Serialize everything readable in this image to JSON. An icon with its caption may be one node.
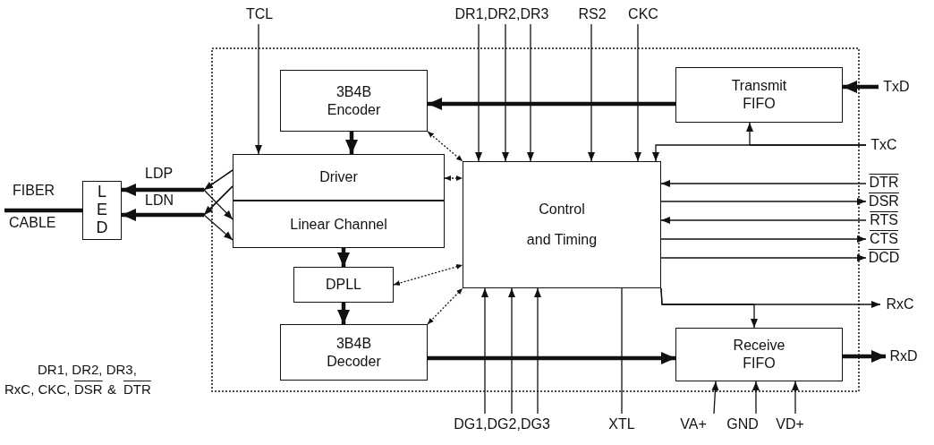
{
  "diagram": {
    "nodes": [
      {
        "text": [
          "TCL"
        ]
      },
      {
        "text": [
          "DR1,DR2,DR3"
        ]
      },
      {
        "text": [
          "RS2"
        ]
      },
      {
        "text": [
          "CKC"
        ]
      },
      {
        "text": [
          "3B4B Encoder"
        ]
      },
      {
        "text": [
          "Transmit FIFO"
        ]
      },
      {
        "text": [
          "TxD"
        ]
      },
      {
        "text": [
          "TxC"
        ]
      },
      {
        "text": [
          "LED"
        ]
      },
      {
        "text": [
          "Driver"
        ]
      },
      {
        "text": [
          "Linear Channel"
        ]
      },
      {
        "text": [
          "Control and Timing"
        ]
      },
      {
        "text": [
          "DTR"
        ]
      },
      {
        "text": [
          "DSR"
        ]
      },
      {
        "text": [
          "RTS"
        ]
      },
      {
        "text": [
          "CTS"
        ]
      },
      {
        "text": [
          "DCD"
        ]
      },
      {
        "text": [
          "DPLL"
        ]
      },
      {
        "text": [
          "RxC"
        ]
      },
      {
        "text": [
          "3B4B Decoder"
        ]
      },
      {
        "text": [
          "Receive FIFO"
        ]
      },
      {
        "text": [
          "RxD"
        ]
      },
      {
        "text": [
          "DG1,DG2,DG3"
        ]
      },
      {
        "text": [
          "XTL"
        ]
      },
      {
        "text": [
          "VA+"
        ]
      },
      {
        "text": [
          "GND"
        ]
      },
      {
        "text": [
          "VD+"
        ]
      }
    ],
    "edges": [
      {
        "from": 5,
        "to": 4,
        "arrow": "to",
        "style": "thick"
      },
      {
        "from": 6,
        "to": 5,
        "arrow": "to",
        "style": "thick"
      },
      {
        "from": 4,
        "to": 9,
        "arrow": "to",
        "style": "thick"
      },
      {
        "from": 0,
        "to": 9,
        "arrow": "to"
      },
      {
        "from": 1,
        "to": 11,
        "arrow": "to"
      },
      {
        "from": 1,
        "to": 11,
        "arrow": "to"
      },
      {
        "from": 1,
        "to": 11,
        "arrow": "to"
      },
      {
        "from": 2,
        "to": 11,
        "arrow": "to"
      },
      {
        "from": 3,
        "to": 11,
        "arrow": "to"
      },
      {
        "from": 7,
        "to": 11,
        "arrow": "to"
      },
      {
        "from": 7,
        "to": 5,
        "arrow": "to"
      },
      {
        "from": 4,
        "to": 11,
        "arrow": "both",
        "style": "dashed"
      },
      {
        "from": 9,
        "to": 11,
        "arrow": "both",
        "style": "dashed"
      },
      {
        "from": 17,
        "to": 11,
        "arrow": "both",
        "style": "dashed"
      },
      {
        "from": 19,
        "to": 11,
        "arrow": "both",
        "style": "dashed"
      },
      {
        "from": 12,
        "to": 11,
        "arrow": "to"
      },
      {
        "from": 11,
        "to": 13,
        "arrow": "to"
      },
      {
        "from": 14,
        "to": 11,
        "arrow": "to"
      },
      {
        "from": 11,
        "to": 15,
        "arrow": "to"
      },
      {
        "from": 11,
        "to": 16,
        "arrow": "to"
      },
      {
        "from": 11,
        "to": 18,
        "arrow": "to"
      },
      {
        "from": 11,
        "to": 20,
        "arrow": "to"
      },
      {
        "from": 10,
        "to": 17,
        "arrow": "to",
        "style": "thick"
      },
      {
        "from": 17,
        "to": 19,
        "arrow": "to",
        "style": "thick"
      },
      {
        "from": 19,
        "to": 20,
        "arrow": "to",
        "style": "thick"
      },
      {
        "from": 20,
        "to": 21,
        "arrow": "to",
        "style": "thick"
      },
      {
        "from": 22,
        "to": 11,
        "arrow": "to"
      },
      {
        "from": 22,
        "to": 11,
        "arrow": "to"
      },
      {
        "from": 22,
        "to": 11,
        "arrow": "to"
      },
      {
        "from": 23,
        "to": 11,
        "arrow": "none"
      },
      {
        "from": 24,
        "to": 20,
        "arrow": "to"
      },
      {
        "from": 25,
        "to": 20,
        "arrow": "to"
      },
      {
        "from": 26,
        "to": 20,
        "arrow": "to"
      },
      {
        "from": 9,
        "to": 8,
        "arrow": "to",
        "style": "thick",
        "label": "LDP"
      },
      {
        "from": 9,
        "to": 10,
        "arrow": "to"
      },
      {
        "from": 9,
        "to": 8,
        "arrow": "to",
        "style": "thick",
        "label": "LDN"
      },
      {
        "from": 9,
        "to": 10,
        "arrow": "to"
      },
      {
        "from": null,
        "to": 8,
        "arrow": "none",
        "style": "thick"
      }
    ],
    "labels": [
      "FIBER",
      "CABLE",
      "DR1, DR2, DR3,",
      "RxC, CKC,",
      "DSR",
      "&",
      "DTR"
    ]
  }
}
